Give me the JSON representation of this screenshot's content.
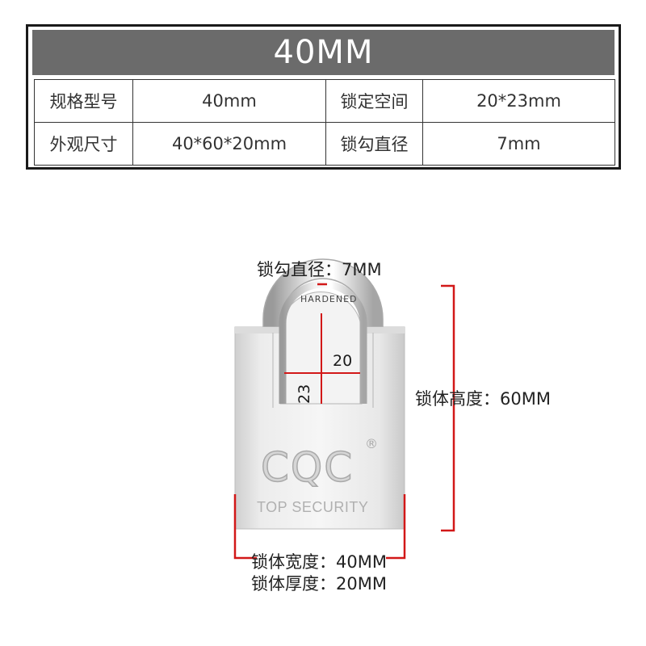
{
  "header": {
    "title": "40MM"
  },
  "spec_rows": [
    [
      {
        "label": "规格型号",
        "value": "40mm"
      },
      {
        "label": "锁定空间",
        "value": "20*23mm"
      }
    ],
    [
      {
        "label": "外观尺寸",
        "value": "40*60*20mm"
      },
      {
        "label": "锁勾直径",
        "value": "7mm"
      }
    ]
  ],
  "lock": {
    "brand": "CQC",
    "registered_mark": "®",
    "tagline": "TOP SECURITY",
    "shackle_stamp": "HARDENED",
    "opening_width_mark": "20",
    "opening_height_mark": "23"
  },
  "dimensions": {
    "shackle_diameter": "锁勾直径：7MM",
    "body_height": "锁体高度：60MM",
    "body_width": "锁体宽度：40MM",
    "body_thickness": "锁体厚度：20MM"
  },
  "colors": {
    "header_bg": "#6b6b6b",
    "dimension_line": "#d21818",
    "frame": "#1a1a1a"
  }
}
